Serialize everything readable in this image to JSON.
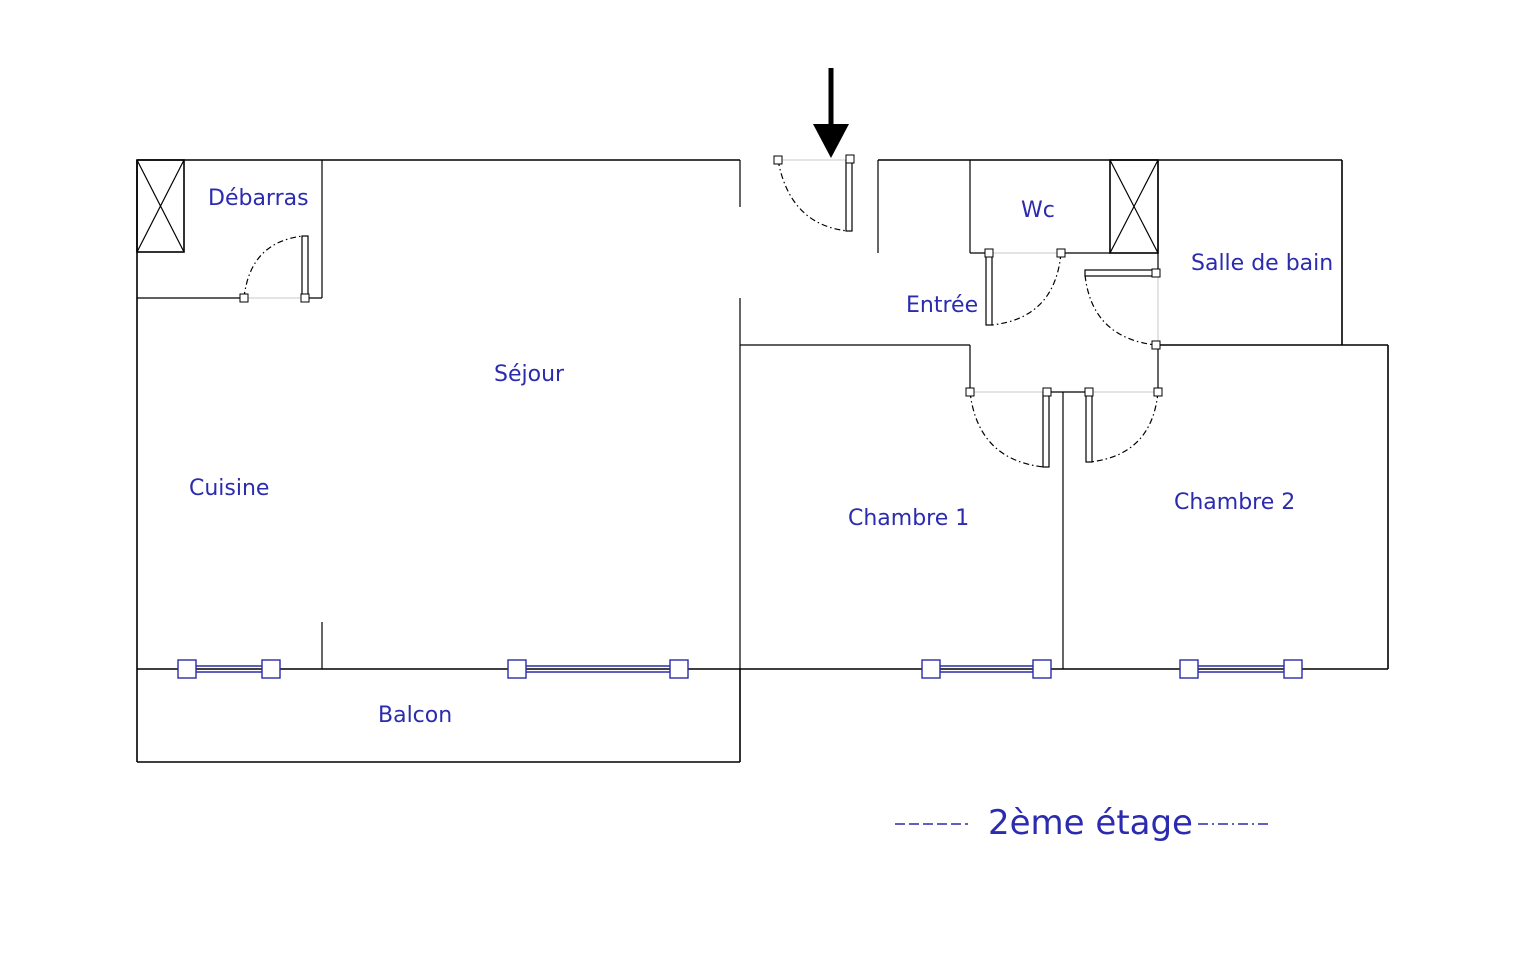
{
  "rooms": {
    "debarras": "Débarras",
    "wc": "Wc",
    "salle_de_bain": "Salle de bain",
    "entree": "Entrée",
    "sejour": "Séjour",
    "cuisine": "Cuisine",
    "chambre_1": "Chambre 1",
    "chambre_2": "Chambre 2",
    "balcon": "Balcon"
  },
  "floor_title": "2ème étage",
  "colors": {
    "label": "#2b2bb0",
    "walls": "#000000",
    "windows": "#2b2ba8"
  },
  "icons": {
    "entrance": "arrow-down-icon",
    "shaft": "crossed-box-icon"
  }
}
